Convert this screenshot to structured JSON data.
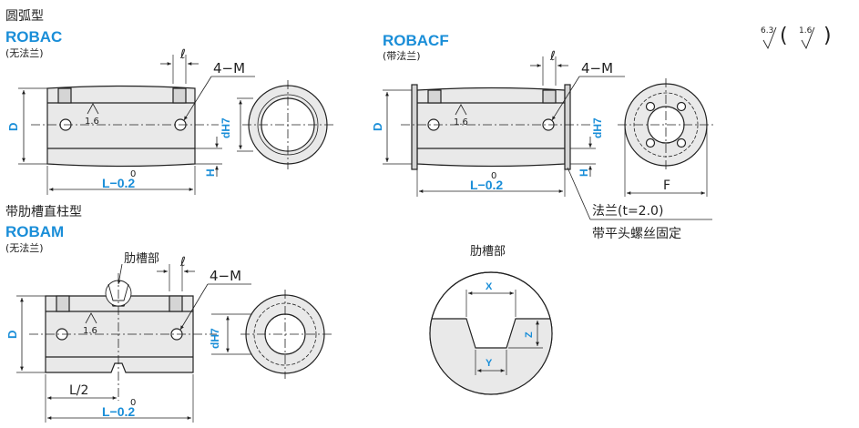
{
  "section_top": {
    "type_title": "圆弧型",
    "model_a": "ROBAC",
    "model_a_note": "(无法兰)",
    "model_b": "ROBACF",
    "model_b_note": "(带法兰)"
  },
  "section_bottom": {
    "type_title": "带肋槽直柱型",
    "model_c": "ROBAM",
    "model_c_note": "(无法兰)",
    "rib_groove_label": "肋槽部",
    "detail_title": "肋槽部"
  },
  "roughness": {
    "main": "6.3",
    "open_paren": "(",
    "inner": "1.6",
    "close_paren": ")"
  },
  "dimensions": {
    "l_label": "ℓ",
    "tapped_holes": "4−M",
    "surface_finish": "1.6",
    "d_label": "D",
    "bore_label": "dH7",
    "h_label": "H",
    "length_tol_upper": "0",
    "length_label": "L−0.2",
    "half_length": "L/2",
    "flange_dia": "F",
    "x_label": "X",
    "y_label": "Y",
    "z_label": "Z"
  },
  "notes": {
    "flange": "法兰(t=2.0)",
    "screws": "带平头螺丝固定"
  }
}
